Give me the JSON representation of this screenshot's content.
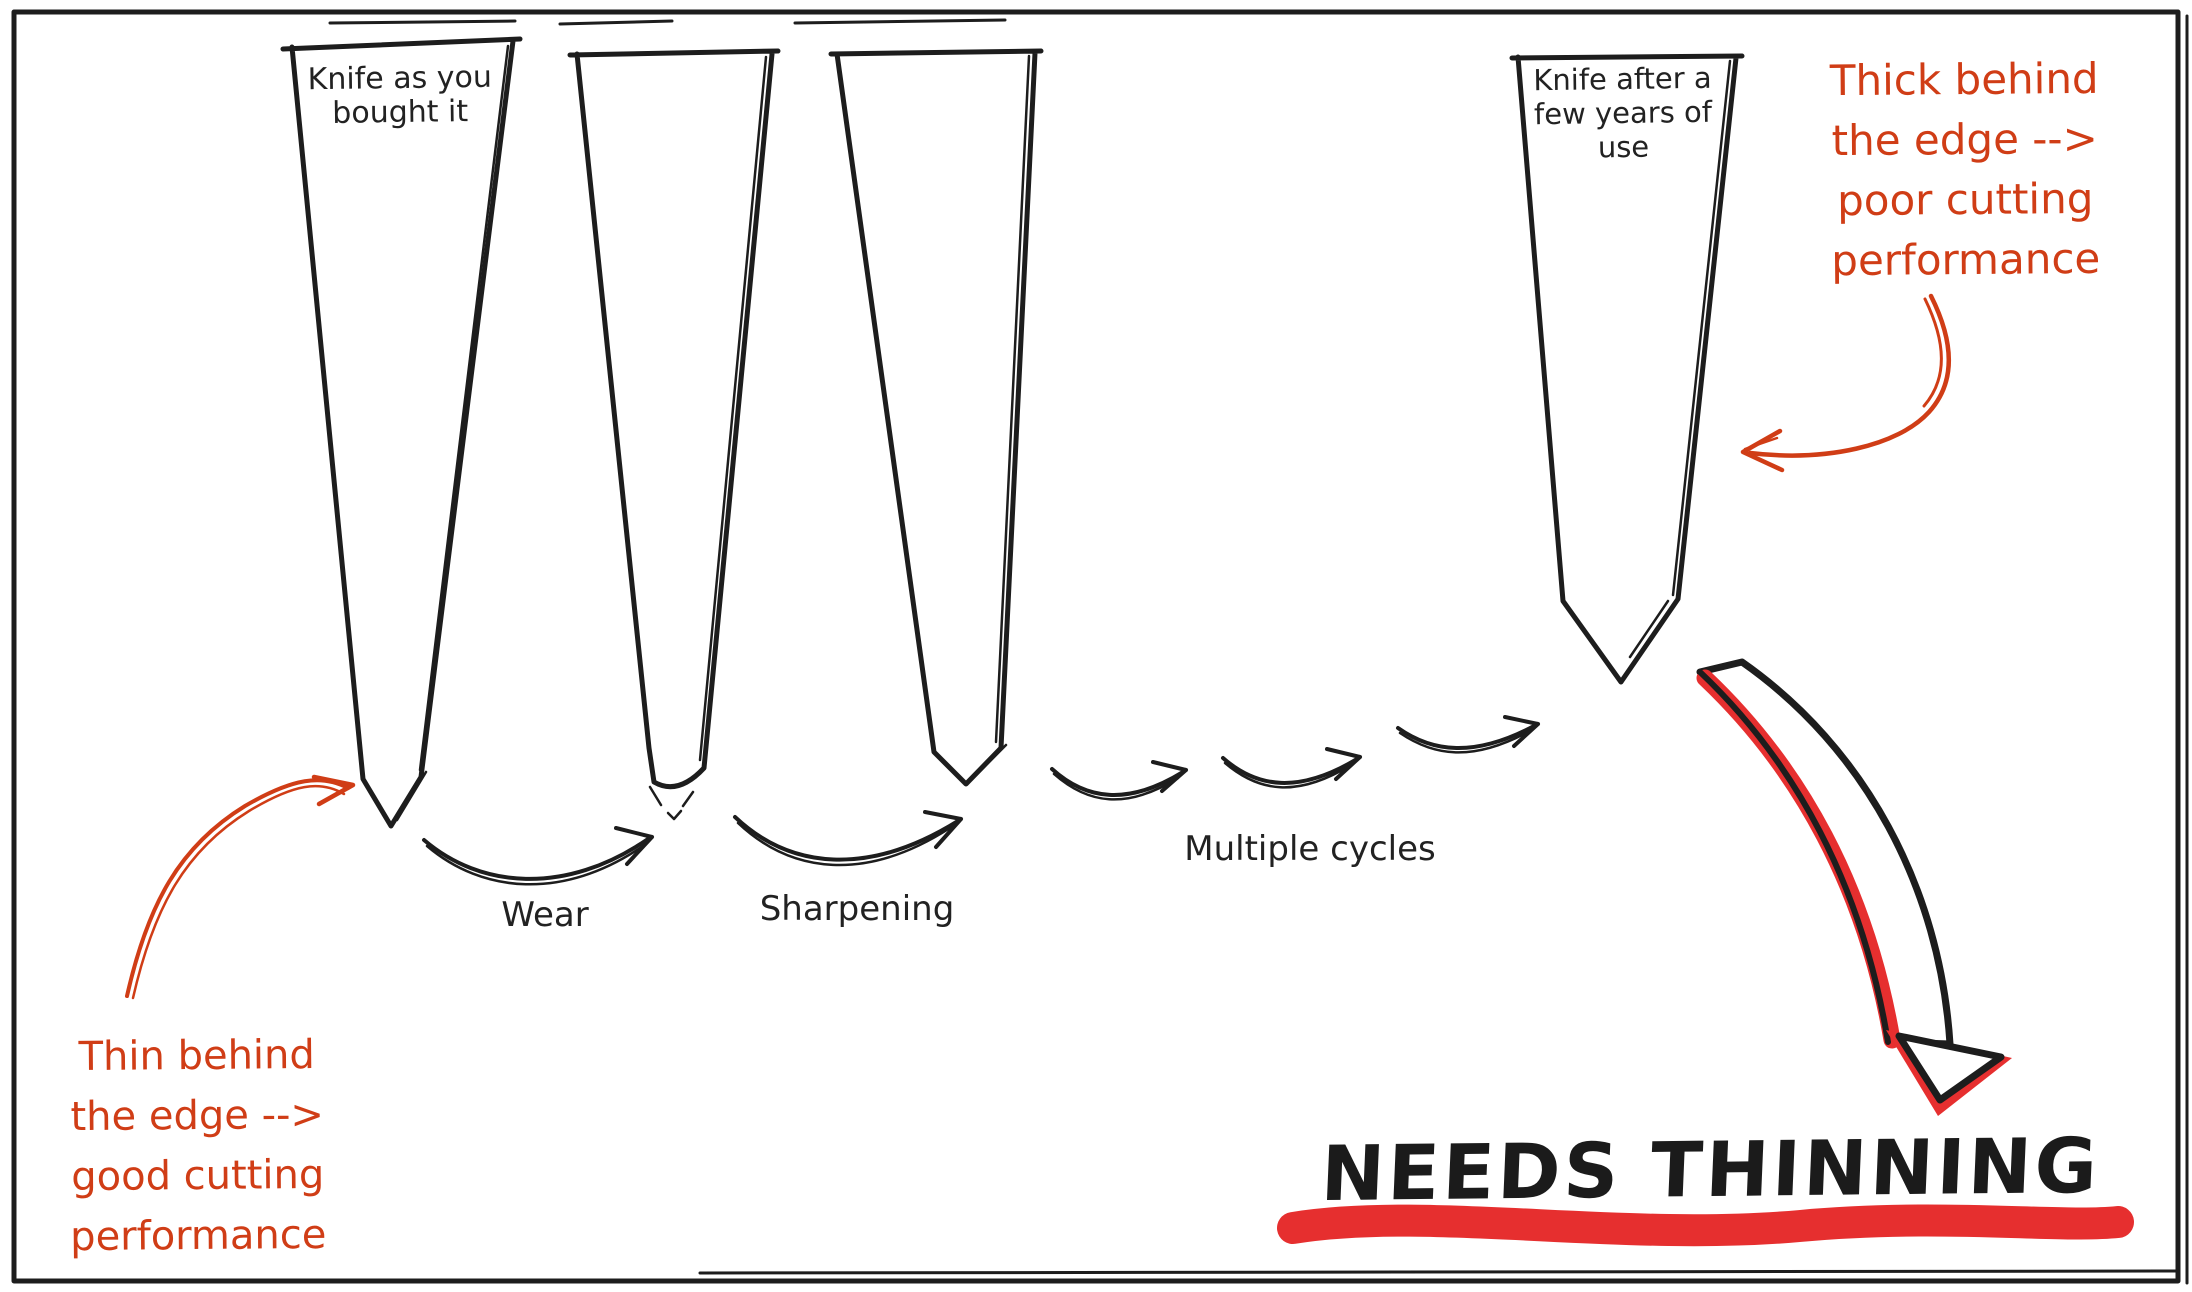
{
  "colors": {
    "ink": "#1d1d1d",
    "note_red": "#d03d16",
    "accent_red": "#e62f2f"
  },
  "knife_new": {
    "label": "Knife as you\nbought it"
  },
  "knife_old": {
    "label": "Knife after a\nfew years of\nuse"
  },
  "process": {
    "wear": "Wear",
    "sharpening": "Sharpening",
    "multiple_cycles": "Multiple cycles"
  },
  "notes": {
    "thin": "Thin behind\nthe edge -->\ngood cutting\nperformance",
    "thick": "Thick behind\nthe edge -->\npoor cutting\nperformance"
  },
  "conclusion": {
    "title": "NEEDS THINNING"
  }
}
